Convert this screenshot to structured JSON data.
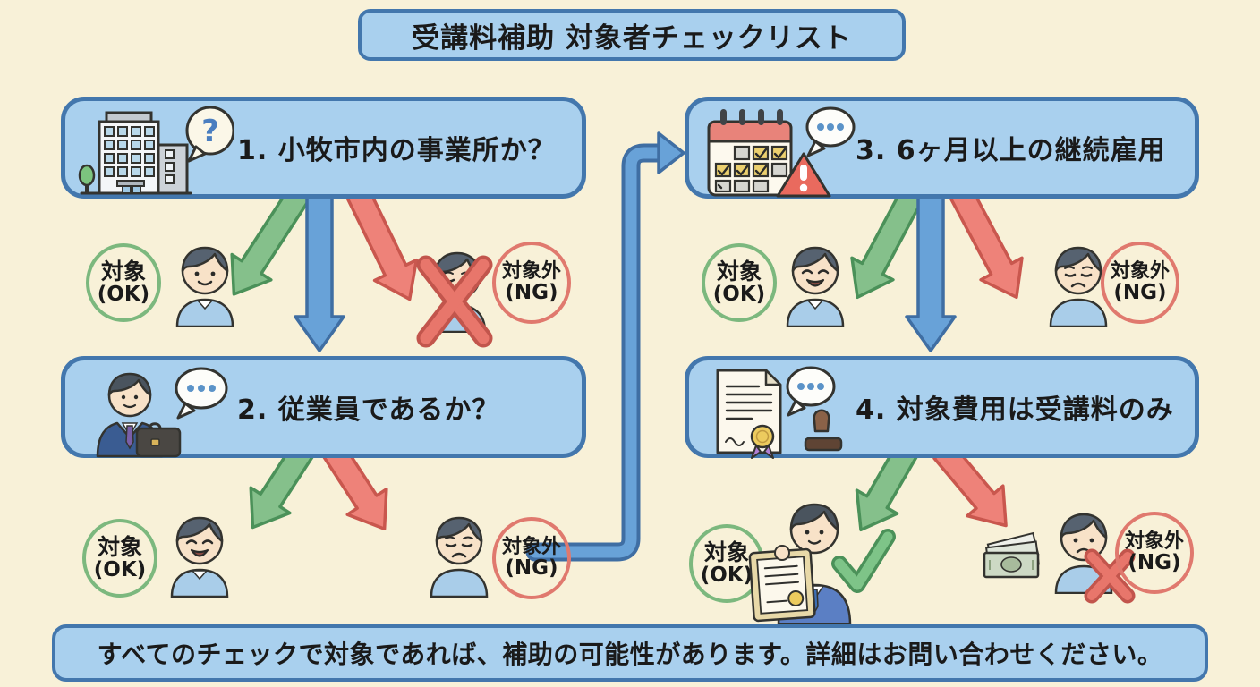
{
  "title": "受講料補助 対象者チェックリスト",
  "steps": [
    {
      "label": "1. 小牧市内の事業所か？",
      "icon": "office-building-icon",
      "bubble": "question-bubble"
    },
    {
      "label": "2. 従業員であるか？",
      "icon": "businessman-briefcase-icon",
      "bubble": "dots-bubble"
    },
    {
      "label": "3. 6ヶ月以上の継続雇用",
      "icon": "calendar-warning-icon",
      "bubble": "dots-bubble"
    },
    {
      "label": "4. 対象費用は受講料のみ",
      "icon": "certificate-stamp-icon",
      "bubble": "dots-bubble"
    }
  ],
  "badge_ok": {
    "line1": "対象",
    "line2": "(OK)"
  },
  "badge_ng": {
    "line1": "対象外",
    "line2": "(NG)"
  },
  "bubble_question_mark": "?",
  "footer": "すべてのチェックで対象であれば、補助の可能性があります。詳細はお問い合わせください。",
  "colors": {
    "background": "#f8f1d8",
    "box_fill": "#a9d0ee",
    "box_border": "#4377ad",
    "ok_green": "#7cb87e",
    "ng_red": "#e0796e",
    "arrow_green": "#85c08b",
    "arrow_red": "#ee8279",
    "arrow_blue": "#68a2d8",
    "text": "#1a1a1a"
  }
}
